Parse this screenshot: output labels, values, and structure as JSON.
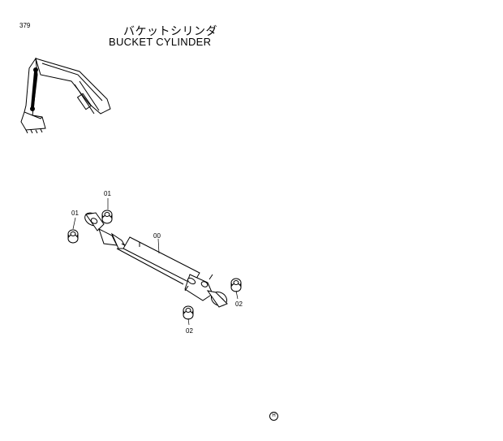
{
  "page": {
    "number": "379",
    "title_jp": "バケットシリンダ",
    "title_en": "BUCKET CYLINDER"
  },
  "callouts": [
    {
      "id": "c01a",
      "label": "01"
    },
    {
      "id": "c01b",
      "label": "01"
    },
    {
      "id": "c00",
      "label": "00"
    },
    {
      "id": "c02a",
      "label": "02"
    },
    {
      "id": "c02b",
      "label": "02"
    }
  ],
  "footer": {
    "logo_text": "H"
  },
  "icons": [
    "excavator-arm-icon",
    "bucket-cylinder-icon",
    "bushing-icon",
    "seal-ring-icon"
  ]
}
